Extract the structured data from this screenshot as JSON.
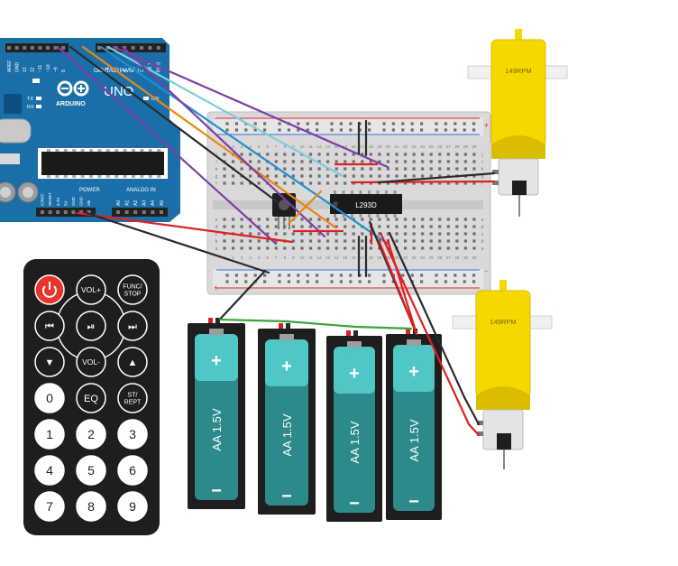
{
  "arduino": {
    "brand": "ARDUINO",
    "model": "UNO",
    "digital_label": "DIGITAL (PWM~)",
    "power_label": "POWER",
    "analog_label": "ANALOG IN",
    "tx_label": "TX",
    "rx_label": "RX",
    "on_label": "ON",
    "top_pins": [
      "AREF",
      "GND",
      "13",
      "12",
      "~11",
      "~10",
      "~9",
      "8",
      "7",
      "~6",
      "~5",
      "4",
      "~3",
      "2",
      "TX 1",
      "RX 0"
    ],
    "power_pins": [
      "IOREF",
      "RESET",
      "3.3V",
      "5V",
      "GND",
      "GND",
      "Vin"
    ],
    "analog_pins": [
      "A0",
      "A1",
      "A2",
      "A3",
      "A4",
      "A5"
    ],
    "board_color": "#1b6fa8"
  },
  "breadboard": {
    "column_numbers": [
      "1",
      "2",
      "3",
      "4",
      "5",
      "6",
      "7",
      "8",
      "9",
      "10",
      "11",
      "12",
      "13",
      "14",
      "15",
      "16",
      "17",
      "18",
      "19",
      "20",
      "21",
      "22",
      "23",
      "24",
      "25",
      "26",
      "27",
      "28",
      "29",
      "30"
    ],
    "row_letters_top": [
      "j",
      "i",
      "h",
      "g",
      "f"
    ],
    "row_letters_bottom": [
      "e",
      "d",
      "c",
      "b",
      "a"
    ],
    "rail_plus": "+",
    "rail_minus": "-"
  },
  "ic_chip": {
    "label": "L293D"
  },
  "motors": [
    {
      "id": "motor-top",
      "label": "149RPM"
    },
    {
      "id": "motor-bottom",
      "label": "149RPM"
    }
  ],
  "batteries": [
    {
      "label": "AA 1.5V",
      "plus": "+",
      "minus": "−"
    },
    {
      "label": "AA 1.5V",
      "plus": "+",
      "minus": "−"
    },
    {
      "label": "AA 1.5V",
      "plus": "+",
      "minus": "−"
    },
    {
      "label": "AA 1.5V",
      "plus": "+",
      "minus": "−"
    }
  ],
  "remote": {
    "row1": [
      "power",
      "VOL+",
      "FUNC/\nSTOP"
    ],
    "row2": [
      "⏮",
      "⏯",
      "⏭"
    ],
    "row3": [
      "▼",
      "VOL-",
      "▲"
    ],
    "row4": [
      "0",
      "EQ",
      "ST/\nREPT"
    ],
    "row5": [
      "1",
      "2",
      "3"
    ],
    "row6": [
      "4",
      "5",
      "6"
    ],
    "row7": [
      "7",
      "8",
      "9"
    ]
  },
  "colors": {
    "motor_yellow": "#f5d800",
    "battery_teal": "#2d8a8a",
    "battery_cap": "#4fc7c7",
    "wire_purple": "#7b3fa6",
    "wire_orange": "#e8870f",
    "wire_cyan": "#7ccfd6",
    "wire_blue": "#1f8fd1",
    "wire_red": "#e02020",
    "wire_black": "#2a2a2a",
    "wire_green": "#3aa537",
    "remote_power_red": "#e8352b"
  }
}
